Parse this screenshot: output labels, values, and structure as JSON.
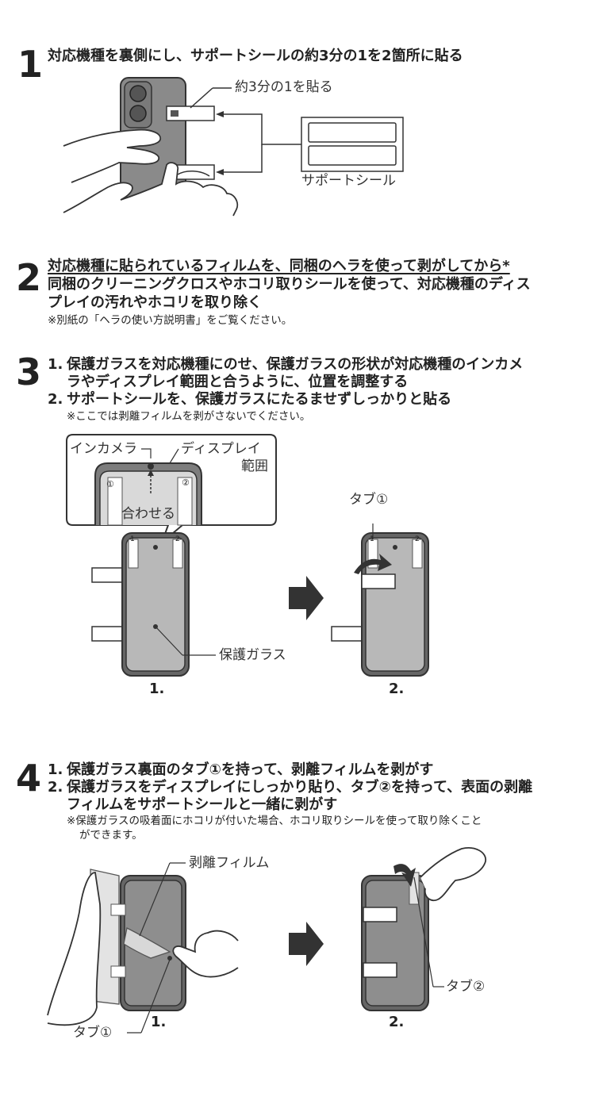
{
  "step1": {
    "number": "1",
    "title": "対応機種を裏側にし、サポートシールの約3分の1を2箇所に貼る",
    "callout": "約3分の1を貼る",
    "support_seal_label": "サポートシール"
  },
  "step2": {
    "number": "2",
    "line1": "対応機種に貼られているフィルムを、同梱のヘラを使って剥がしてから*",
    "line2": "同梱のクリーニングクロスやホコリ取りシールを使って、対応機種のディス",
    "line3": "プレイの汚れやホコリを取り除く",
    "note": "※別紙の「ヘラの使い方説明書」をご覧ください。"
  },
  "step3": {
    "number": "3",
    "item1_num": "1.",
    "item1_line1": "保護ガラスを対応機種にのせ、保護ガラスの形状が対応機種のインカメ",
    "item1_line2": "ラやディスプレイ範囲と合うように、位置を調整する",
    "item2_num": "2.",
    "item2_line1": "サポートシールを、保護ガラスにたるませずしっかりと貼る",
    "note": "※ここでは剥離フィルムを剥がさないでください。",
    "label_in_camera": "インカメラ",
    "label_display_1": "ディスプレイ",
    "label_display_2": "範囲",
    "label_align": "合わせる",
    "label_tab1": "タブ①",
    "label_glass": "保護ガラス",
    "marker1": "①",
    "marker2": "②",
    "small1": "1",
    "small2": "2",
    "fig1": "1.",
    "fig2": "2."
  },
  "step4": {
    "number": "4",
    "item1_num": "1.",
    "item1_line1": "保護ガラス裏面のタブ①を持って、剥離フィルムを剥がす",
    "item2_num": "2.",
    "item2_line1": "保護ガラスをディスプレイにしっかり貼り、タブ②を持って、表面の剥離",
    "item2_line2": "フィルムをサポートシールと一緒に剥がす",
    "note_line1": "※保護ガラスの吸着面にホコリが付いた場合、ホコリ取りシールを使って取り除くこと",
    "note_line2": "ができます。",
    "label_release_film": "剥離フィルム",
    "label_tab1": "タブ①",
    "label_tab2": "タブ②",
    "fig1": "1.",
    "fig2": "2."
  },
  "colors": {
    "text": "#222222",
    "phone_gray": "#8a8a8a",
    "glass_gray": "#b5b5b5",
    "film_gray": "#cfcfcf",
    "arrow": "#333333"
  }
}
